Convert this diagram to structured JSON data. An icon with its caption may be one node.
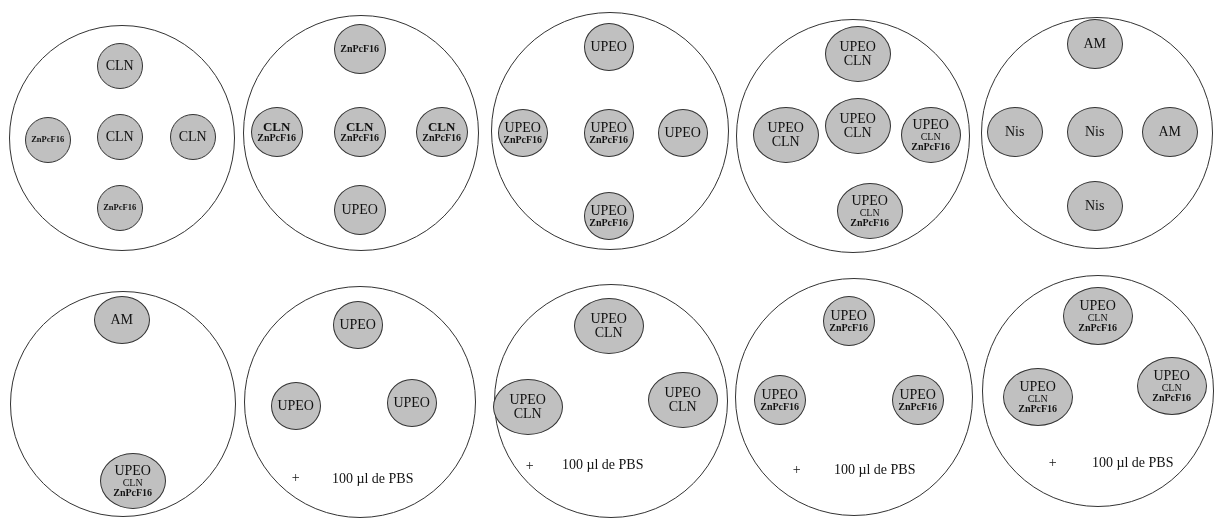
{
  "diagram": {
    "nodes": [
      {
        "text": [],
        "shape": "circle"
      },
      {
        "text": [
          "CLN"
        ],
        "in": 0
      },
      {
        "text": [
          "ZnPcF16"
        ],
        "in": 0
      },
      {
        "text": [
          "CLN"
        ],
        "in": 0
      },
      {
        "text": [
          "CLN"
        ],
        "in": 0
      },
      {
        "text": [
          "ZnPcF16"
        ],
        "in": 0
      },
      {
        "text": [],
        "shape": "circle"
      },
      {
        "text": [
          "ZnPcF16"
        ],
        "in": 6
      },
      {
        "text": [
          "CLN",
          "ZnPcF16"
        ],
        "in": 6
      },
      {
        "text": [
          "CLN",
          "ZnPcF16"
        ],
        "in": 6
      },
      {
        "text": [
          "CLN",
          "ZnPcF16"
        ],
        "in": 6
      },
      {
        "text": [
          "UPEO"
        ],
        "in": 6
      },
      {
        "text": [],
        "shape": "circle"
      },
      {
        "text": [
          "UPEO"
        ],
        "in": 12
      },
      {
        "text": [
          "UPEO",
          "ZnPcF16"
        ],
        "in": 12
      },
      {
        "text": [
          "UPEO",
          "ZnPcF16"
        ],
        "in": 12
      },
      {
        "text": [
          "UPEO"
        ],
        "in": 12
      },
      {
        "text": [
          "UPEO",
          "ZnPcF16"
        ],
        "in": 12
      },
      {
        "text": [],
        "shape": "circle"
      },
      {
        "text": [
          "UPEO",
          "CLN"
        ],
        "in": 18
      },
      {
        "text": [
          "UPEO",
          "CLN"
        ],
        "in": 18
      },
      {
        "text": [
          "UPEO",
          "CLN"
        ],
        "in": 18
      },
      {
        "text": [
          "UPEO",
          "CLN",
          "ZnPcF16"
        ],
        "in": 18
      },
      {
        "text": [
          "UPEO",
          "CLN",
          "ZnPcF16"
        ],
        "in": 18
      },
      {
        "text": [],
        "shape": "circle"
      },
      {
        "text": [
          "AM"
        ],
        "in": 24
      },
      {
        "text": [
          "Nis"
        ],
        "in": 24
      },
      {
        "text": [
          "Nis"
        ],
        "in": 24
      },
      {
        "text": [
          "AM"
        ],
        "in": 24
      },
      {
        "text": [
          "Nis"
        ],
        "in": 24
      },
      {
        "text": [],
        "shape": "circle"
      },
      {
        "text": [
          "AM"
        ],
        "in": 30
      },
      {
        "text": [
          "UPEO",
          "CLN",
          "ZnPcF16"
        ],
        "in": 30
      },
      {
        "text": [
          "+",
          "100 µl de PBS"
        ]
      },
      {
        "text": [
          "UPEO"
        ],
        "in": 33
      },
      {
        "text": [
          "UPEO"
        ],
        "in": 33
      },
      {
        "text": [
          "UPEO"
        ],
        "in": 33
      },
      {
        "text": [
          "+",
          "100 µl de PBS"
        ]
      },
      {
        "text": [
          "UPEO",
          "CLN"
        ],
        "in": 37
      },
      {
        "text": [
          "UPEO",
          "CLN"
        ],
        "in": 37
      },
      {
        "text": [
          "UPEO",
          "CLN"
        ],
        "in": 37
      },
      {
        "text": [
          "+",
          "100 µl de PBS"
        ]
      },
      {
        "text": [
          "UPEO",
          "ZnPcF16"
        ],
        "in": 41
      },
      {
        "text": [
          "UPEO",
          "ZnPcF16"
        ],
        "in": 41
      },
      {
        "text": [
          "UPEO",
          "ZnPcF16"
        ],
        "in": 41
      },
      {
        "text": [
          "+",
          "100 µl de PBS"
        ]
      },
      {
        "text": [
          "UPEO",
          "CLN",
          "ZnPcF16"
        ],
        "in": 45
      },
      {
        "text": [
          "UPEO",
          "CLN",
          "ZnPcF16"
        ],
        "in": 45
      },
      {
        "text": [
          "UPEO",
          "CLN",
          "ZnPcF16"
        ],
        "in": 45
      }
    ]
  }
}
